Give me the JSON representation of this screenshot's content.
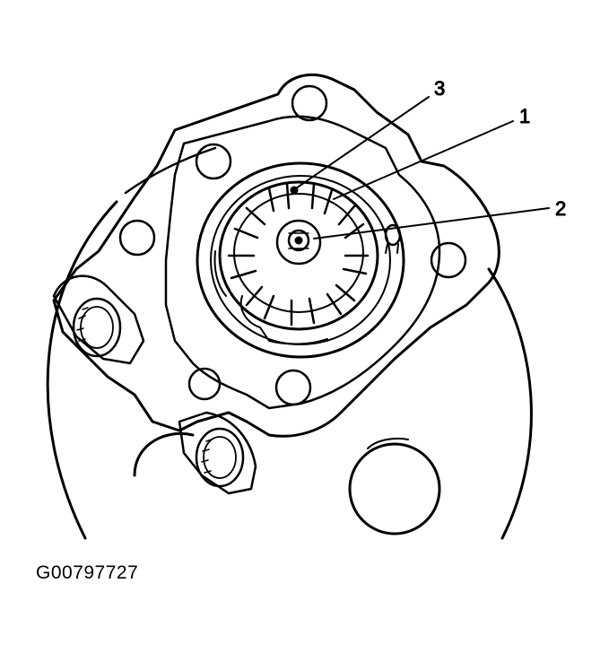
{
  "callouts": [
    {
      "id": "callout-1",
      "label": "1"
    },
    {
      "id": "callout-2",
      "label": "2"
    },
    {
      "id": "callout-3",
      "label": "3"
    }
  ],
  "figure_id": "G00797727"
}
